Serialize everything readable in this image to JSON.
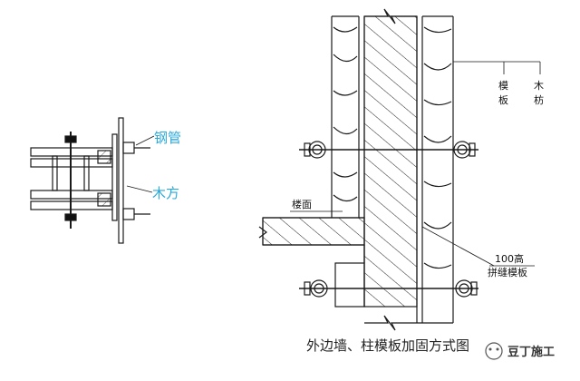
{
  "left_detail": {
    "label_pipe": "钢管",
    "label_timber": "木方"
  },
  "main_section": {
    "label_formwork": "模板",
    "label_timber_vertical": "木枋",
    "label_floor": "楼面",
    "label_joint_height": "100高",
    "label_joint_formwork": "拼缝模板"
  },
  "caption": "外边墙、柱模板加固方式图",
  "watermark": "豆丁施工",
  "colors": {
    "line": "#1a1a1a",
    "label_accent": "#2aa8d8",
    "background": "#ffffff"
  }
}
